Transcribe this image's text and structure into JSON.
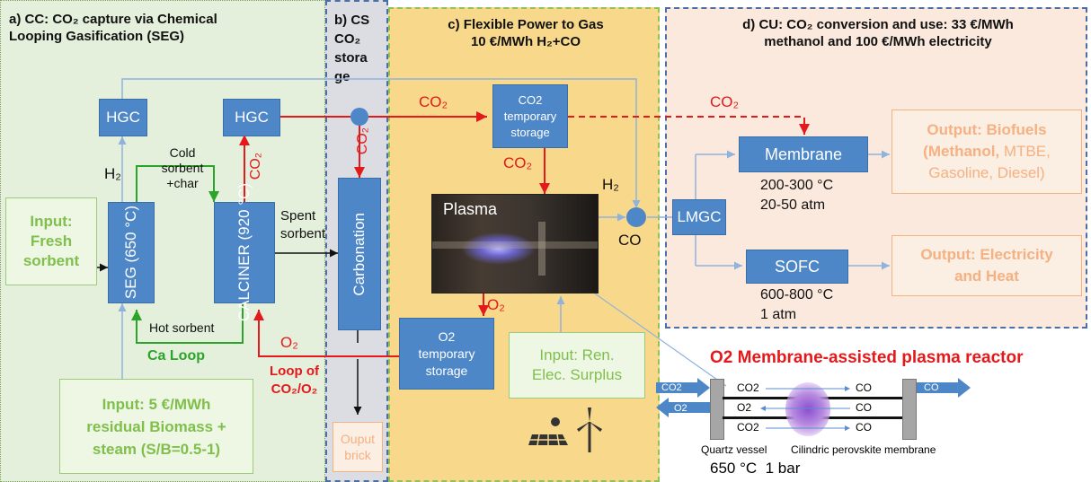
{
  "panels": {
    "a": {
      "title_line1": "a) CC: CO₂ capture via Chemical",
      "title_line2": "Looping Gasification (SEG)"
    },
    "b": {
      "title": "b) CS CO₂ stora ge"
    },
    "c": {
      "title_line1": "c) Flexible Power to Gas",
      "title_line2": "10 €/MWh H₂+CO"
    },
    "d": {
      "title_line1": "d) CU:  CO₂ conversion and use: 33 €/MWh",
      "title_line2": "methanol and  100 €/MWh electricity"
    }
  },
  "boxes": {
    "hgc1": "HGC",
    "hgc2": "HGC",
    "seg": "SEG (650 °C)",
    "calciner": "CALCINER (920 °C)",
    "carbonation": "Carbonation",
    "co2_storage_line1": "CO2",
    "co2_storage_line2": "temporary",
    "co2_storage_line3": "storage",
    "o2_storage_line1": "O2",
    "o2_storage_line2": "temporary",
    "o2_storage_line3": "storage",
    "membrane": "Membrane",
    "lmgc": "LMGC",
    "sofc": "SOFC"
  },
  "inputs": {
    "fresh_line1": "Input:",
    "fresh_line2": "Fresh",
    "fresh_line3": "sorbent",
    "biomass_line1": "Input: 5 €/MWh",
    "biomass_line2": "residual Biomass +",
    "biomass_line3": "steam (S/B=0.5-1)",
    "ren_line1": "Input: Ren.",
    "ren_line2": "Elec. Surplus"
  },
  "outputs": {
    "biofuels_line1": "Output: Biofuels",
    "biofuels_line2a": "(Methanol, ",
    "biofuels_line2b": "MTBE,",
    "biofuels_line3": "Gasoline, Diesel)",
    "electricity_line1": "Output: Electricity",
    "electricity_line2": "and Heat",
    "brick_line1": "Ouput",
    "brick_line2": "brick"
  },
  "labels": {
    "h2_left": "H₂",
    "cold_sorbent_1": "Cold",
    "cold_sorbent_2": "sorbent",
    "cold_sorbent_3": "+char",
    "hot_sorbent": "Hot sorbent",
    "ca_loop": "Ca Loop",
    "spent_1": "Spent",
    "spent_2": "sorbent",
    "co2_calciner": "CO₂",
    "co2_top": "CO₂",
    "co2_dashed": "CO₂",
    "co2_down_b": "CO₂",
    "co2_down_c": "CO₂",
    "o2_c": "O₂",
    "o2_loop": "O₂",
    "loop_of_1": "Loop of",
    "loop_of_2": "CO₂/O₂",
    "plasma": "Plasma",
    "h2_right": "H₂",
    "co": "CO",
    "membrane_cond_1": "200-300 °C",
    "membrane_cond_2": "20-50 atm",
    "sofc_cond_1": "600-800 °C",
    "sofc_cond_2": "1 atm"
  },
  "reactor": {
    "title": "O2 Membrane-assisted plasma reactor",
    "in_co2": "CO2",
    "in_o2": "O2",
    "out_co": "CO",
    "row1_left": "CO2",
    "row1_right": "CO",
    "row2_left": "O2",
    "row2_right": "CO",
    "row3_left": "CO2",
    "row3_right": "CO",
    "quartz": "Quartz vessel",
    "perovskite": "Cilindric perovskite membrane",
    "conditions": "650 °C  1 bar"
  },
  "colors": {
    "panel_a_bg": "#e4efdc",
    "panel_b_bg": "#dcdde3",
    "panel_c_bg": "#f8d88a",
    "panel_d_bg": "#fbe9dd",
    "box_blue": "#4e87c8",
    "flow_red": "#e3191b",
    "flow_green": "#2aa52a",
    "flow_blue": "#8fb3dc",
    "input_green": "#7fbf4c",
    "output_orange": "#f4b183"
  },
  "icons": [
    "solar-panel-icon",
    "wind-turbine-icon"
  ]
}
